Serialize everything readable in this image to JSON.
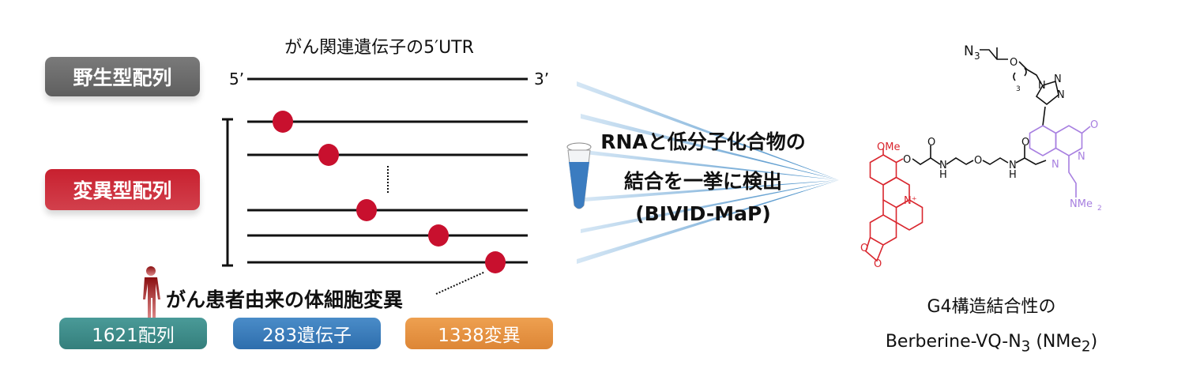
{
  "title": "がん関連遺伝子の5′UTR",
  "wild_type_label": "野生型配列",
  "mutant_label": "変異型配列",
  "five_prime": "5’",
  "three_prime": "3’",
  "patient_label": "がん患者由来の体細胞変異",
  "stats": {
    "sequences": "1621配列",
    "genes": "283遺伝子",
    "mutations": "1338変異"
  },
  "method": {
    "line1": "RNAと低分子化合物の",
    "line2": "結合を一挙に検出",
    "line3": "(BIVID-MaP)"
  },
  "compound": {
    "caption1": "G4構造結合性の",
    "caption2_main": "Berberine-VQ-N",
    "caption2_sub": "3",
    "caption2_tail": " (NMe",
    "caption2_sub2": "2",
    "caption2_end": ")"
  },
  "molecule_labels": {
    "n3": "N",
    "n3_sub": "3",
    "o": "O",
    "repeat": "3",
    "n": "N",
    "ome": "OMe",
    "h": "H",
    "nplus": "N⁺",
    "nme2": "NMe",
    "nme2_sub": "2"
  },
  "colors": {
    "berberine": "#d9262e",
    "quinazolinone": "#a77fe0",
    "mutation_dot": "#c8102e"
  }
}
